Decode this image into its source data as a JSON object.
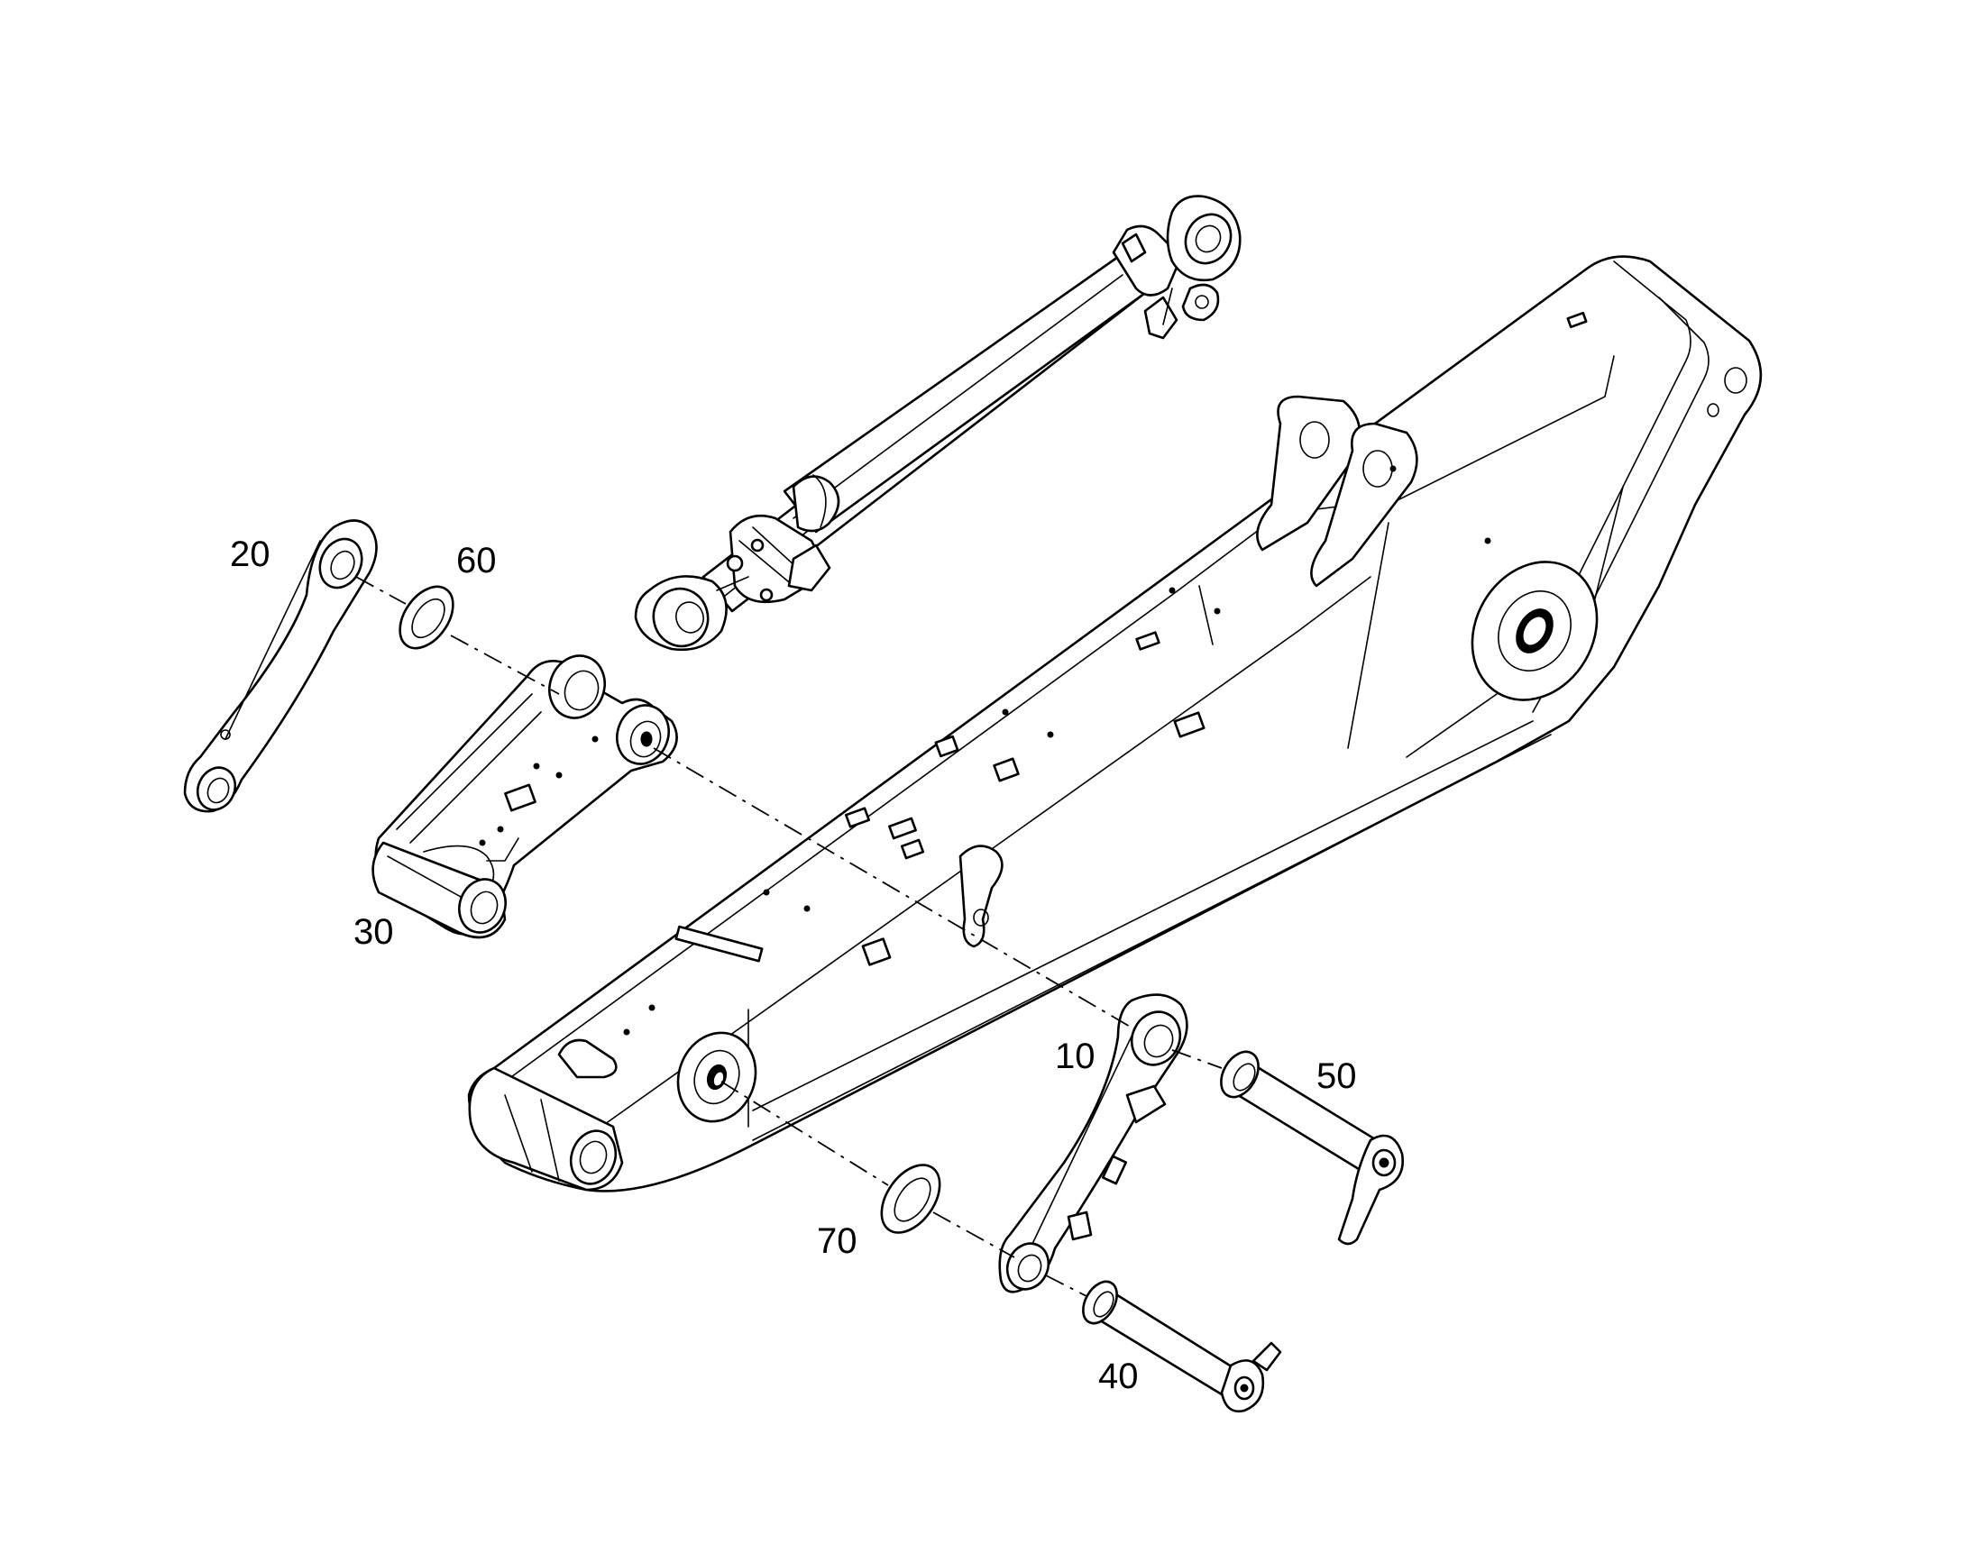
{
  "callouts": {
    "c10": "10",
    "c20": "20",
    "c30": "30",
    "c40": "40",
    "c50": "50",
    "c60": "60",
    "c70": "70"
  },
  "colors": {
    "line": "#000000",
    "background": "#ffffff"
  }
}
